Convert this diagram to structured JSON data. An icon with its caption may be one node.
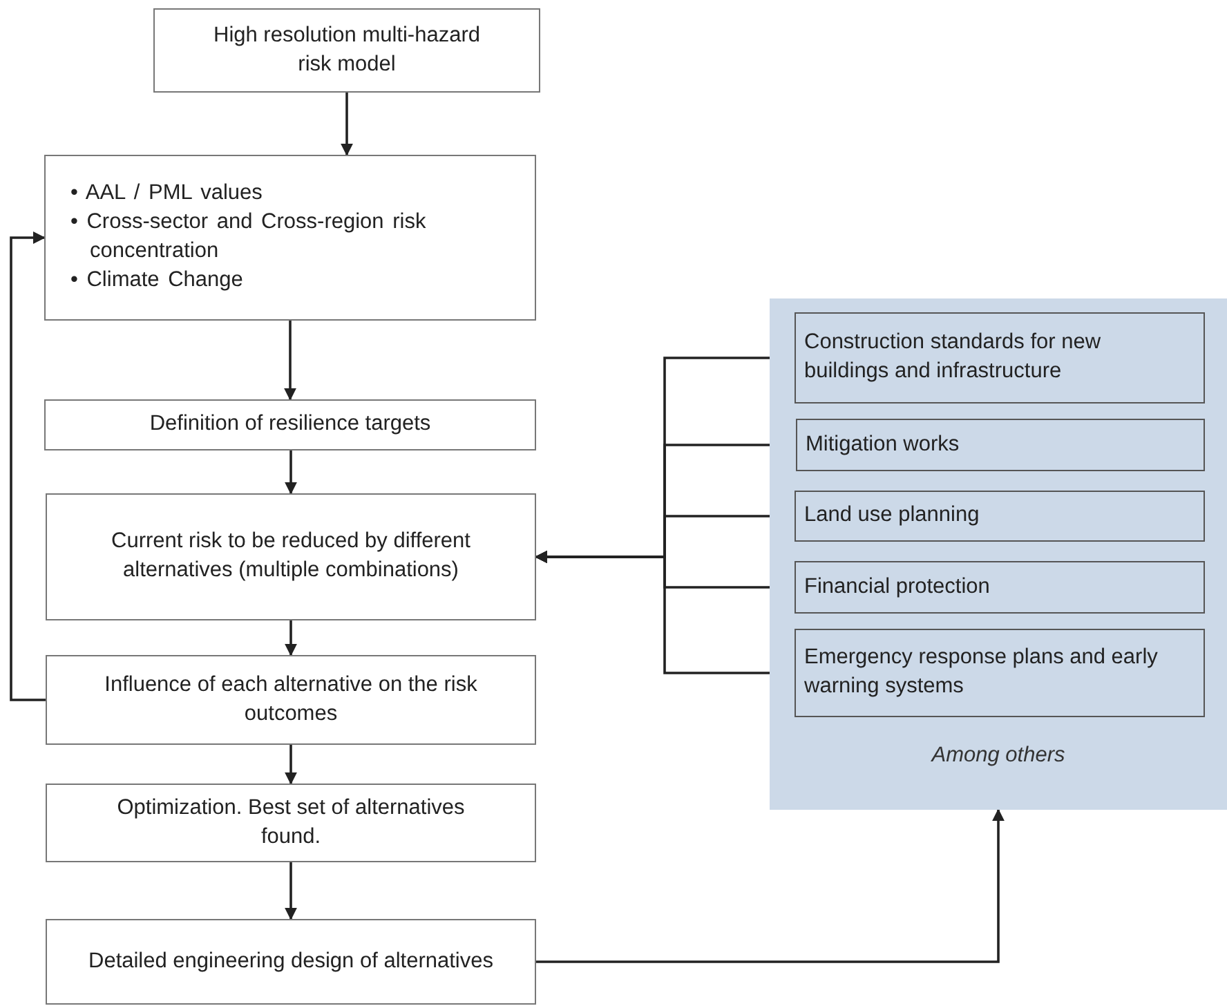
{
  "diagram": {
    "nodes": [
      {
        "text": [
          "High resolution multi-hazard risk model"
        ]
      },
      {
        "text": [
          "• AAL / PML values",
          "• Cross-sector and Cross-region risk concentration",
          "• Climate Change"
        ]
      },
      {
        "text": [
          "Definition of resilience targets"
        ]
      },
      {
        "text": [
          "Current risk to be reduced by different alternatives (multiple combinations)"
        ]
      },
      {
        "text": [
          "Influence of each alternative on the risk outcomes"
        ]
      },
      {
        "text": [
          "Optimization. Best set of alternatives found."
        ]
      },
      {
        "text": [
          "Detailed engineering design of alternatives"
        ]
      },
      {
        "text": [
          "Among others"
        ]
      },
      {
        "text": [
          "Construction standards for new buildings and infrastructure"
        ],
        "in": 7
      },
      {
        "text": [
          "Mitigation works"
        ],
        "in": 7
      },
      {
        "text": [
          "Land use planning"
        ],
        "in": 7
      },
      {
        "text": [
          "Financial protection"
        ],
        "in": 7
      },
      {
        "text": [
          "Emergency response plans and early warning systems"
        ],
        "in": 7
      }
    ],
    "edges": [
      {
        "from": 0,
        "to": 1,
        "arrow": "to"
      },
      {
        "from": 1,
        "to": 2,
        "arrow": "to"
      },
      {
        "from": 2,
        "to": 3,
        "arrow": "to"
      },
      {
        "from": 3,
        "to": 4,
        "arrow": "to"
      },
      {
        "from": 4,
        "to": 5,
        "arrow": "to"
      },
      {
        "from": 5,
        "to": 6,
        "arrow": "to"
      },
      {
        "from": 4,
        "to": 1,
        "arrow": "to"
      },
      {
        "from": 8,
        "to": 3,
        "arrow": "to"
      },
      {
        "from": 9,
        "to": 3,
        "arrow": "to"
      },
      {
        "from": 10,
        "to": 3,
        "arrow": "to"
      },
      {
        "from": 11,
        "to": 3,
        "arrow": "to"
      },
      {
        "from": 12,
        "to": 3,
        "arrow": "to"
      },
      {
        "from": 6,
        "to": 7,
        "arrow": "to"
      }
    ]
  }
}
